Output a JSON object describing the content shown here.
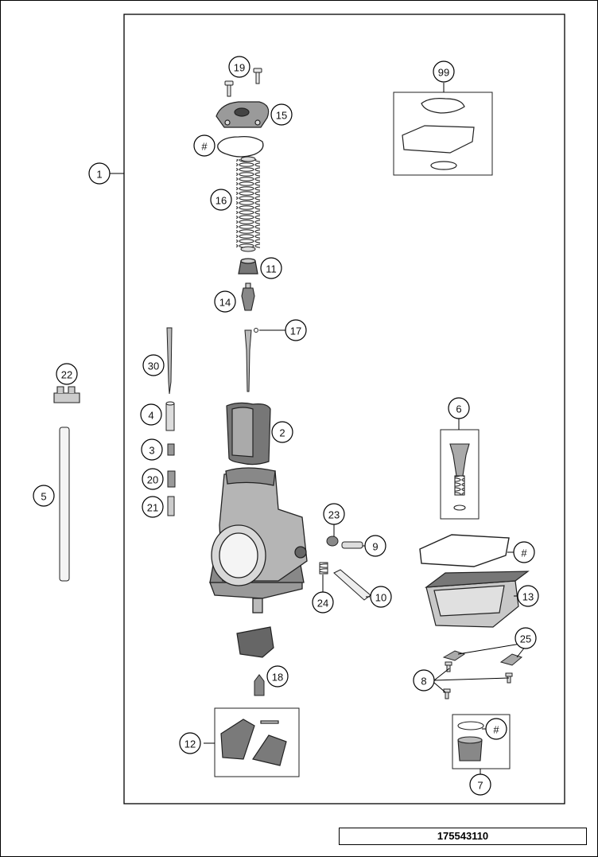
{
  "callouts": {
    "c1": "1",
    "c19": "19",
    "c15": "15",
    "chash1": "#",
    "c16": "16",
    "c11": "11",
    "c14": "14",
    "c17": "17",
    "c30": "30",
    "c22": "22",
    "c4": "4",
    "c2": "2",
    "c3": "3",
    "c20": "20",
    "c5": "5",
    "c21": "21",
    "c23": "23",
    "c9": "9",
    "c24": "24",
    "c10": "10",
    "c18": "18",
    "c12": "12",
    "c99": "99",
    "c6": "6",
    "chash2": "#",
    "c13": "13",
    "c25": "25",
    "c8": "8",
    "chash3": "#",
    "c7": "7"
  },
  "document_number": "175543110"
}
